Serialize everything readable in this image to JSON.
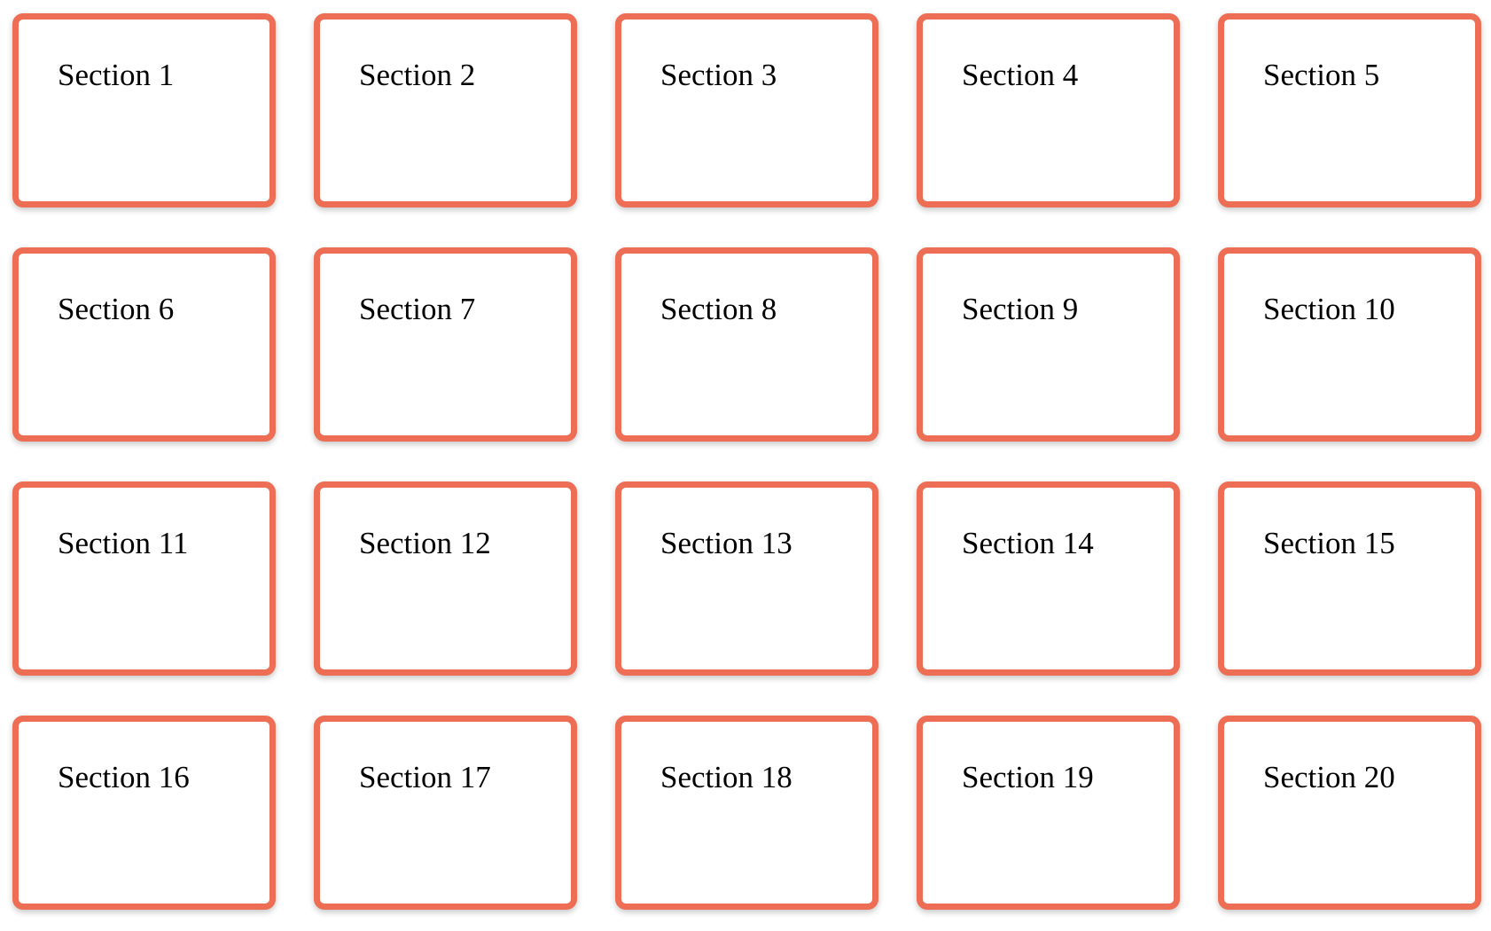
{
  "sections": [
    {
      "title": "Section 1"
    },
    {
      "title": "Section 2"
    },
    {
      "title": "Section 3"
    },
    {
      "title": "Section 4"
    },
    {
      "title": "Section 5"
    },
    {
      "title": "Section 6"
    },
    {
      "title": "Section 7"
    },
    {
      "title": "Section 8"
    },
    {
      "title": "Section 9"
    },
    {
      "title": "Section 10"
    },
    {
      "title": "Section 11"
    },
    {
      "title": "Section 12"
    },
    {
      "title": "Section 13"
    },
    {
      "title": "Section 14"
    },
    {
      "title": "Section 15"
    },
    {
      "title": "Section 16"
    },
    {
      "title": "Section 17"
    },
    {
      "title": "Section 18"
    },
    {
      "title": "Section 19"
    },
    {
      "title": "Section 20"
    }
  ],
  "colors": {
    "card_border": "#ee6e55",
    "card_background": "#ffffff",
    "text": "#000000"
  }
}
